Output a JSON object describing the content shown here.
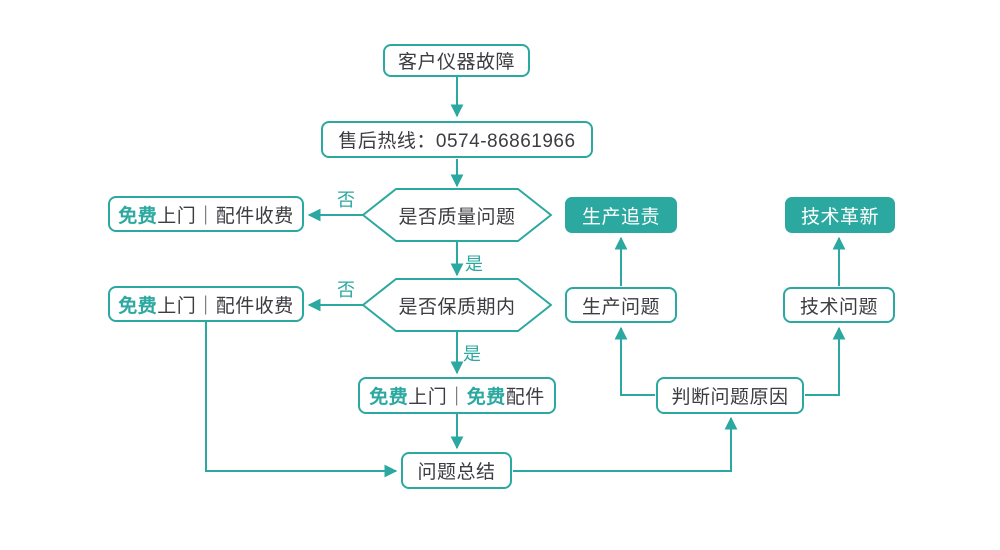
{
  "palette": {
    "accent_teal": "#2BA8A0",
    "text_dark": "#3C3C41",
    "node_background": "#FFFFFF",
    "filled_node_text": "#FFFFFF"
  },
  "flowchart": {
    "nodes": {
      "start": {
        "shape": "rounded-rect",
        "label": "客户仪器故障"
      },
      "hotline": {
        "shape": "rounded-rect",
        "label": "售后热线：0574-86861966"
      },
      "decision_quality": {
        "shape": "hexagon",
        "label": "是否质量问题"
      },
      "free_visit_paid_parts_top": {
        "shape": "rounded-rect",
        "accent": "免费",
        "rest": "上门｜配件收费"
      },
      "decision_warranty": {
        "shape": "hexagon",
        "label": "是否保质期内"
      },
      "free_visit_paid_parts_bottom": {
        "shape": "rounded-rect",
        "accent": "免费",
        "rest": "上门｜配件收费"
      },
      "free_visit_free_parts": {
        "shape": "rounded-rect",
        "accent1": "免费",
        "mid": "上门｜",
        "accent2": "免费",
        "tail": "配件"
      },
      "problem_summary": {
        "shape": "rounded-rect",
        "label": "问题总结"
      },
      "judge_cause": {
        "shape": "rounded-rect",
        "label": "判断问题原因"
      },
      "production_problem": {
        "shape": "rounded-rect",
        "label": "生产问题"
      },
      "technical_problem": {
        "shape": "rounded-rect",
        "label": "技术问题"
      },
      "production_accountability": {
        "shape": "filled-rect",
        "label": "生产追责"
      },
      "technical_innovation": {
        "shape": "filled-rect",
        "label": "技术革新"
      }
    },
    "edge_labels": {
      "quality_no": "否",
      "quality_yes": "是",
      "warranty_no": "否",
      "warranty_yes": "是"
    },
    "edges": [
      {
        "from": "start",
        "to": "hotline",
        "label": ""
      },
      {
        "from": "hotline",
        "to": "decision_quality",
        "label": ""
      },
      {
        "from": "decision_quality",
        "to": "free_visit_paid_parts_top",
        "label": "否"
      },
      {
        "from": "decision_quality",
        "to": "decision_warranty",
        "label": "是"
      },
      {
        "from": "decision_warranty",
        "to": "free_visit_paid_parts_bottom",
        "label": "否"
      },
      {
        "from": "decision_warranty",
        "to": "free_visit_free_parts",
        "label": "是"
      },
      {
        "from": "free_visit_free_parts",
        "to": "problem_summary",
        "label": ""
      },
      {
        "from": "free_visit_paid_parts_bottom",
        "to": "problem_summary",
        "label": ""
      },
      {
        "from": "problem_summary",
        "to": "judge_cause",
        "label": ""
      },
      {
        "from": "judge_cause",
        "to": "production_problem",
        "label": ""
      },
      {
        "from": "judge_cause",
        "to": "technical_problem",
        "label": ""
      },
      {
        "from": "production_problem",
        "to": "production_accountability",
        "label": ""
      },
      {
        "from": "technical_problem",
        "to": "technical_innovation",
        "label": ""
      }
    ]
  }
}
